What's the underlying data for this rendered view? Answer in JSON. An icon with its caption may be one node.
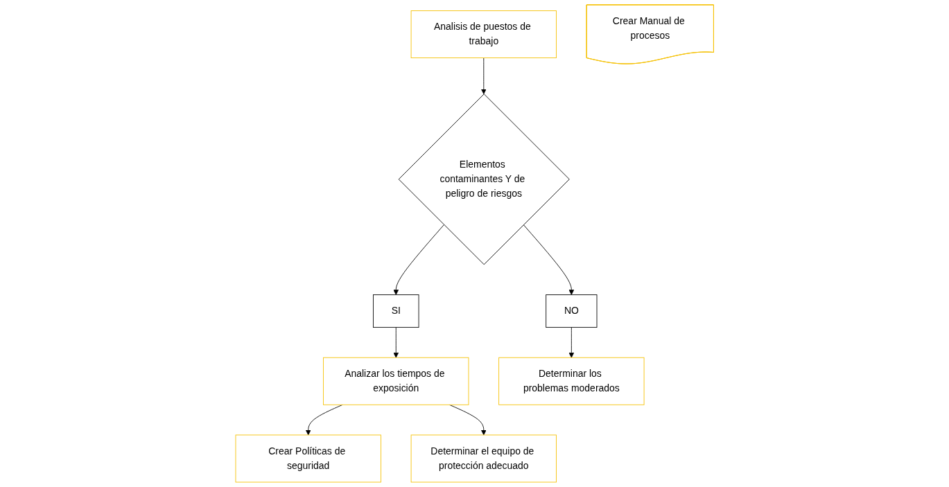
{
  "diagram": {
    "nodes": [
      {
        "text": [
          "Analisis de puestos de trabajo"
        ]
      },
      {
        "text": [
          "Elementos contaminantes Y de peligro de riesgos"
        ]
      },
      {
        "text": [
          "SI"
        ]
      },
      {
        "text": [
          "Analizar los tiempos de exposición"
        ]
      },
      {
        "text": [
          "Crear Políticas de seguridad"
        ]
      },
      {
        "text": [
          "Determinar el equipo de protección adecuado"
        ]
      },
      {
        "text": [
          "Crear Manual de procesos"
        ]
      },
      {
        "text": [
          "NO"
        ]
      },
      {
        "text": [
          "Determinar los problemas moderados"
        ]
      }
    ],
    "edges": [
      {
        "from": 0,
        "to": 1,
        "arrow": "to"
      },
      {
        "from": 1,
        "to": 2,
        "arrow": "to"
      },
      {
        "from": 2,
        "to": 3,
        "arrow": "to"
      },
      {
        "from": 3,
        "to": 4,
        "arrow": "to"
      },
      {
        "from": 3,
        "to": 5,
        "arrow": "to"
      },
      {
        "from": 1,
        "to": 7,
        "arrow": "to"
      },
      {
        "from": 7,
        "to": 8,
        "arrow": "to"
      }
    ]
  }
}
